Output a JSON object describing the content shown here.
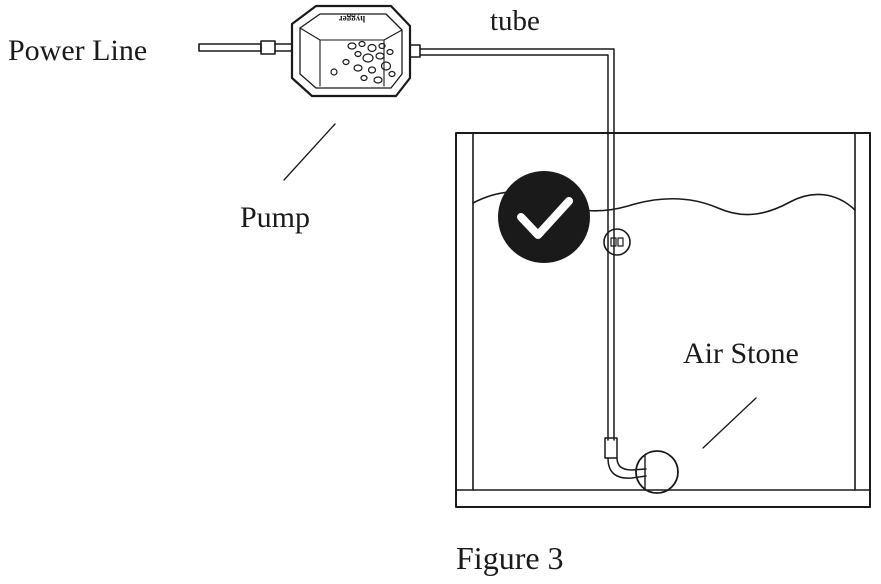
{
  "labels": {
    "power_line": "Power Line",
    "tube": "tube",
    "pump": "Pump",
    "air_stone": "Air Stone",
    "figure": "Figure 3"
  },
  "pump": {
    "brand": "hygger"
  },
  "icons": {
    "check": "check-circle-icon"
  },
  "colors": {
    "ink": "#1a1a1a",
    "badge": "#1a1a1a",
    "check": "#ffffff",
    "background": "#ffffff"
  }
}
